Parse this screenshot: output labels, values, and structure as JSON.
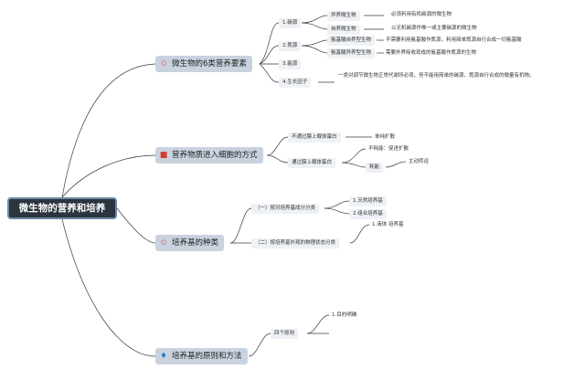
{
  "root": {
    "label": "微生物的营养和培养"
  },
  "topics": {
    "t1": {
      "label": "微生物的6类营养要素",
      "icon": "star-icon"
    },
    "t2": {
      "label": "营养物质进入细胞的方式",
      "icon": "flag-icon"
    },
    "t3": {
      "label": "培养基的种类",
      "icon": "star-icon"
    },
    "t4": {
      "label": "培养基的原则和方法",
      "icon": "flame-icon"
    }
  },
  "t1": {
    "carbon": "1.碳源",
    "autotroph": "异养微生物",
    "autotroph_desc": "必须利用有机碳源的微生物",
    "heterotroph": "自养微生物",
    "heterotroph_desc": "以无机碳源作唯一或主要碳源的微生物",
    "nitrogen": "2.氮源",
    "aa_auto": "氨基酸自养型生物",
    "aa_auto_desc": "不需要利用氨基酸作氮源，利用简单氮源自行合成一切氨基酸",
    "aa_hetero": "氨基酸异养型生物",
    "aa_hetero_desc": "需要外界吸收现成的氨基酸作氮源的生物",
    "energy": "3.能源",
    "growth": "4.生长因子",
    "growth_desc": "一类对调节微生物正常代谢所必须，但不能用简单的碳源、氮源自行合成的微量有机物。"
  },
  "t2": {
    "no_carrier": "不通过膜上载体蛋白",
    "simple_diffusion": "单纯扩散",
    "carrier": "通过膜上载体蛋白",
    "no_energy": "不耗能：促进扩散",
    "energy": "耗能",
    "active": "主动转运"
  },
  "t3": {
    "by_component": "（一）按对培养基成分分类",
    "natural": "1.天然培养基",
    "synthetic": "2.组合培养基",
    "by_state": "（二）按培养基外观的物理状态分类",
    "liquid": "1.液体 培养基"
  },
  "t4": {
    "four_principles": "四个原则",
    "clear_purpose": "1.目的明确"
  },
  "colors": {
    "line": "#3a3a3a",
    "root_bg": "#2c3440",
    "topic_bg": "#c9d3df",
    "sub_bg": "#eef1f5"
  }
}
